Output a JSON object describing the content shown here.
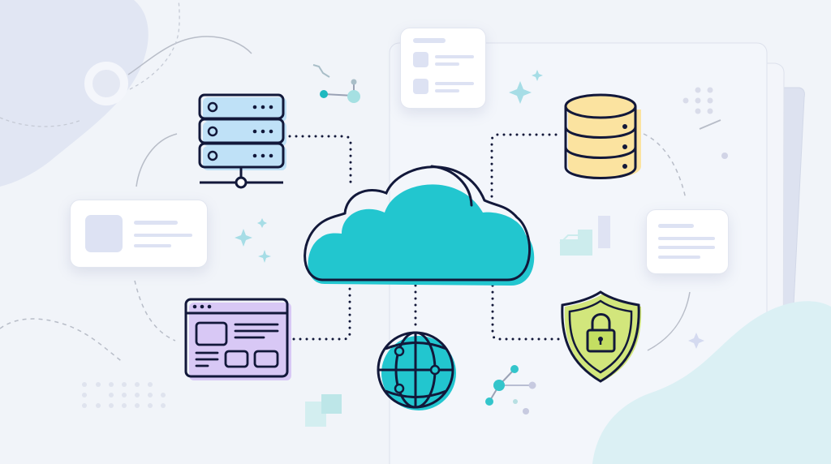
{
  "title": "Cloud computing network illustration",
  "colors": {
    "background": "#f1f4f9",
    "outline": "#12183a",
    "cloud": "#22c6cf",
    "server": "#bfe1f7",
    "database": "#fbe3a0",
    "browser": "#d8c8f5",
    "shield": "#d2e67c",
    "globe": "#22c6cf",
    "placeholder": "#dde2f3",
    "sparkle": "#9fdde5",
    "blob_left": "#e1e6f3",
    "blob_right": "#dbf0f4"
  },
  "nodes": [
    {
      "id": "cloud",
      "label": "Cloud"
    },
    {
      "id": "server",
      "label": "Server Rack"
    },
    {
      "id": "database",
      "label": "Database"
    },
    {
      "id": "browser",
      "label": "Web Browser Window"
    },
    {
      "id": "globe",
      "label": "Global Network"
    },
    {
      "id": "shield",
      "label": "Security Shield"
    }
  ],
  "connections": [
    {
      "from": "cloud",
      "to": "server",
      "style": "dotted"
    },
    {
      "from": "cloud",
      "to": "database",
      "style": "dotted"
    },
    {
      "from": "cloud",
      "to": "browser",
      "style": "dotted"
    },
    {
      "from": "cloud",
      "to": "globe",
      "style": "dotted"
    },
    {
      "from": "cloud",
      "to": "shield",
      "style": "dotted"
    }
  ],
  "decor": {
    "cards": [
      "top-card",
      "left-card",
      "right-card"
    ],
    "background_panels": 3
  }
}
